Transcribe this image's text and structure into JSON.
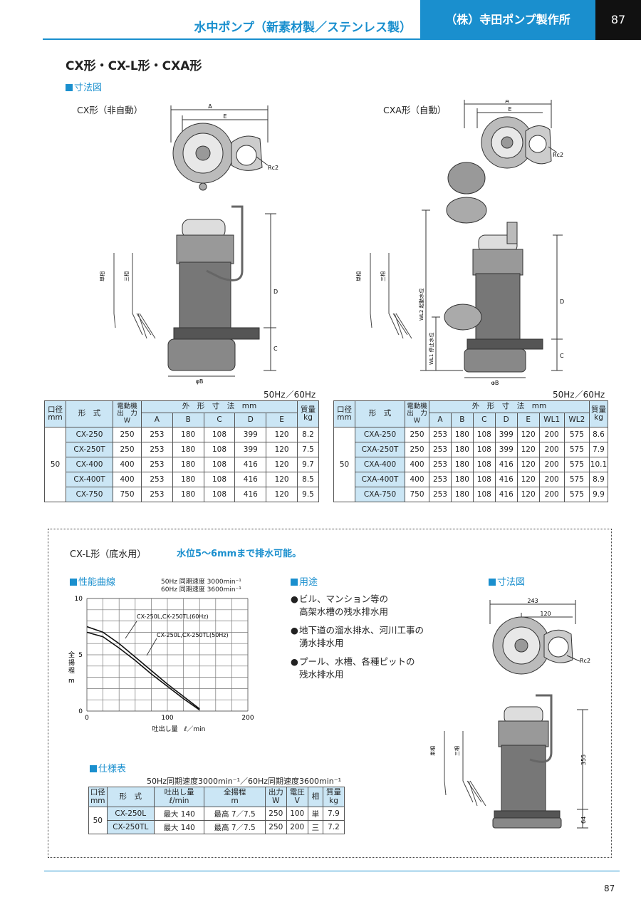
{
  "header": {
    "category": "水中ポンプ（新素材製／ステンレス製）",
    "company": "（株）寺田ポンプ製作所",
    "page": "87"
  },
  "main_title": "CX形・CX-L形・CXA形",
  "dimension_section": "寸法図",
  "cx_label": "CX形（非自動）",
  "cxa_label": "CXA形（自動）",
  "drawing_labels": {
    "A": "A",
    "E": "E",
    "D": "D",
    "C": "C",
    "B": "φB",
    "rc2": "Rc2",
    "single": "単相",
    "three": "三相",
    "wl1": "WL1 停止水位",
    "wl2": "WL2 起動水位"
  },
  "freq_label": "50Hz／60Hz",
  "cx_table": {
    "h_bore": "口径",
    "h_bore_unit": "mm",
    "h_model": "形　式",
    "h_motor": "電動機",
    "h_output": "出　力",
    "h_output_unit": "W",
    "h_dims": "外　形　寸　法　mm",
    "h_mass": "質量",
    "h_mass_unit": "kg",
    "cols": [
      "A",
      "B",
      "C",
      "D",
      "E"
    ],
    "bore": "50",
    "rows": [
      [
        "CX-250",
        "250",
        "253",
        "180",
        "108",
        "399",
        "120",
        "8.2"
      ],
      [
        "CX-250T",
        "250",
        "253",
        "180",
        "108",
        "399",
        "120",
        "7.5"
      ],
      [
        "CX-400",
        "400",
        "253",
        "180",
        "108",
        "416",
        "120",
        "9.7"
      ],
      [
        "CX-400T",
        "400",
        "253",
        "180",
        "108",
        "416",
        "120",
        "8.5"
      ],
      [
        "CX-750",
        "750",
        "253",
        "180",
        "108",
        "416",
        "120",
        "9.5"
      ]
    ]
  },
  "cxa_table": {
    "cols": [
      "A",
      "B",
      "C",
      "D",
      "E",
      "WL1",
      "WL2"
    ],
    "bore": "50",
    "rows": [
      [
        "CXA-250",
        "250",
        "253",
        "180",
        "108",
        "399",
        "120",
        "200",
        "575",
        "8.6"
      ],
      [
        "CXA-250T",
        "250",
        "253",
        "180",
        "108",
        "399",
        "120",
        "200",
        "575",
        "7.9"
      ],
      [
        "CXA-400",
        "400",
        "253",
        "180",
        "108",
        "416",
        "120",
        "200",
        "575",
        "10.1"
      ],
      [
        "CXA-400T",
        "400",
        "253",
        "180",
        "108",
        "416",
        "120",
        "200",
        "575",
        "8.9"
      ],
      [
        "CXA-750",
        "750",
        "253",
        "180",
        "108",
        "416",
        "120",
        "200",
        "575",
        "9.9"
      ]
    ]
  },
  "cxl": {
    "title": "CX-L形（底水用）",
    "subtitle": "水位5〜6mmまで排水可能。",
    "perf_section": "性能曲線",
    "uses_section": "用途",
    "dim_section": "寸法図",
    "spec_section": "仕様表",
    "speed_50": "50Hz 同期速度 3000min⁻¹",
    "speed_60": "60Hz 同期速度 3600min⁻¹",
    "uses": [
      [
        "ビル、マンション等の",
        "高架水槽の残水排水用"
      ],
      [
        "地下道の溜水排水、河川工事の",
        "湧水排水用"
      ],
      [
        "プール、水槽、各種ピットの",
        "残水排水用"
      ]
    ],
    "dims": {
      "w243": "243",
      "w120": "120",
      "rc2": "Rc2",
      "h355": "355",
      "h64": "64"
    },
    "spec_freq": "50Hz同期速度3000min⁻¹／60Hz同期速度3600min⁻¹",
    "spec_headers": {
      "bore": "口径",
      "bore_unit": "mm",
      "model": "形　式",
      "flow": "吐出し量",
      "flow_unit": "ℓ/min",
      "head": "全揚程",
      "head_unit": "m",
      "output": "出力",
      "output_unit": "W",
      "voltage": "電圧",
      "voltage_unit": "V",
      "phase": "相",
      "mass": "質量",
      "mass_unit": "kg"
    },
    "spec_bore": "50",
    "spec_rows": [
      [
        "CX-250L",
        "最大 140",
        "最高 7／7.5",
        "250",
        "100",
        "単",
        "7.9"
      ],
      [
        "CX-250TL",
        "最大 140",
        "最高 7／7.5",
        "250",
        "200",
        "三",
        "7.2"
      ]
    ]
  },
  "chart_data": {
    "type": "line",
    "title": "",
    "xlabel": "吐出し量　ℓ／min",
    "ylabel": "全揚程 m",
    "xlim": [
      0,
      200
    ],
    "ylim": [
      0,
      10
    ],
    "xticks": [
      "0",
      "100",
      "200"
    ],
    "yticks": [
      "0",
      "5",
      "10"
    ],
    "grid": true,
    "series": [
      {
        "name": "CX-250L,CX-250TL(60Hz)",
        "x": [
          0,
          20,
          40,
          60,
          80,
          100,
          120,
          140
        ],
        "y": [
          7.5,
          7.0,
          6.0,
          4.8,
          3.6,
          2.4,
          1.3,
          0.2
        ]
      },
      {
        "name": "CX-250L,CX-250TL(50Hz)",
        "x": [
          0,
          20,
          40,
          60,
          80,
          100,
          120,
          140
        ],
        "y": [
          7.0,
          6.6,
          5.6,
          4.5,
          3.3,
          2.2,
          1.1,
          0.1
        ]
      }
    ]
  }
}
